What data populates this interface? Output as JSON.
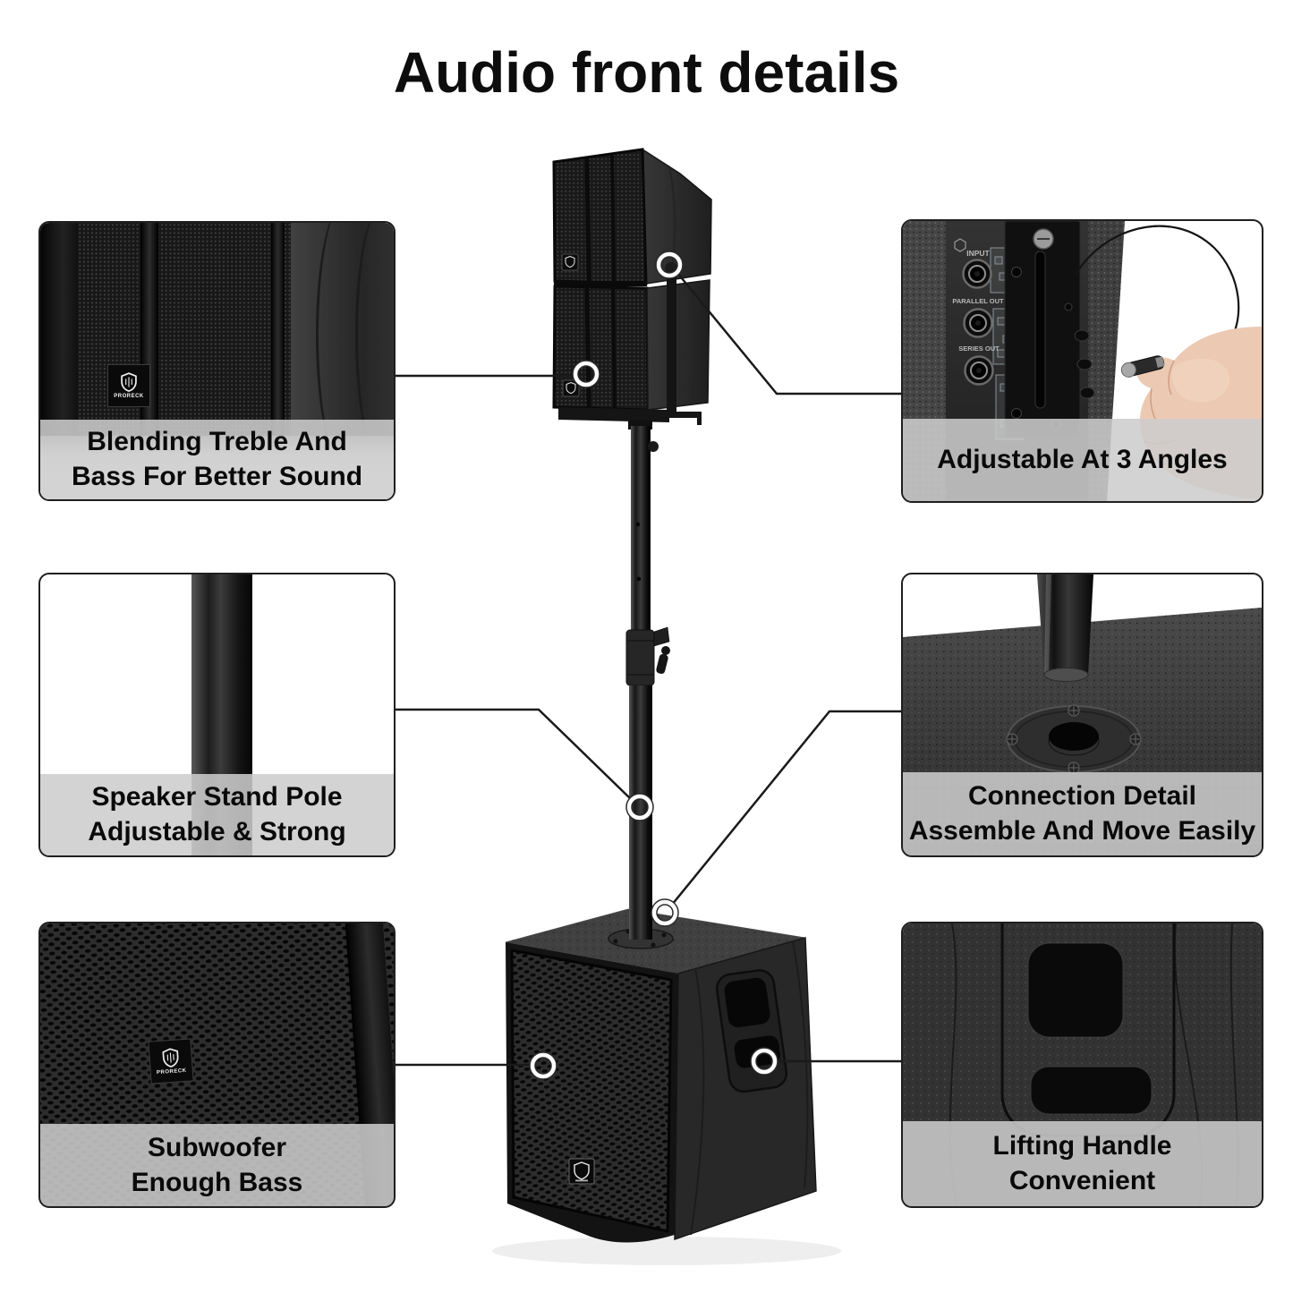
{
  "page": {
    "title": "Audio front details"
  },
  "brand": {
    "name": "PRORECK"
  },
  "callouts": {
    "treble": {
      "line1": "Blending Treble And",
      "line2": "Bass For Better Sound"
    },
    "angles": {
      "line1": "Adjustable At 3 Angles",
      "line2": ""
    },
    "pole": {
      "line1": "Speaker Stand Pole",
      "line2": "Adjustable & Strong"
    },
    "connection": {
      "line1": "Connection Detail",
      "line2": "Assemble And Move Easily"
    },
    "subwoofer": {
      "line1": "Subwoofer",
      "line2": "Enough Bass"
    },
    "handle": {
      "line1": "Lifting Handle",
      "line2": "Convenient"
    }
  },
  "rear_panel": {
    "input": "INPUT",
    "parallel_out": "PARALLEL OUT",
    "series_out": "SERIES OUT"
  },
  "colors": {
    "background": "#ffffff",
    "callout_line": "#1a1a1a",
    "caption_band": "#cdcdcd",
    "title_color": "#0d0d0d"
  }
}
